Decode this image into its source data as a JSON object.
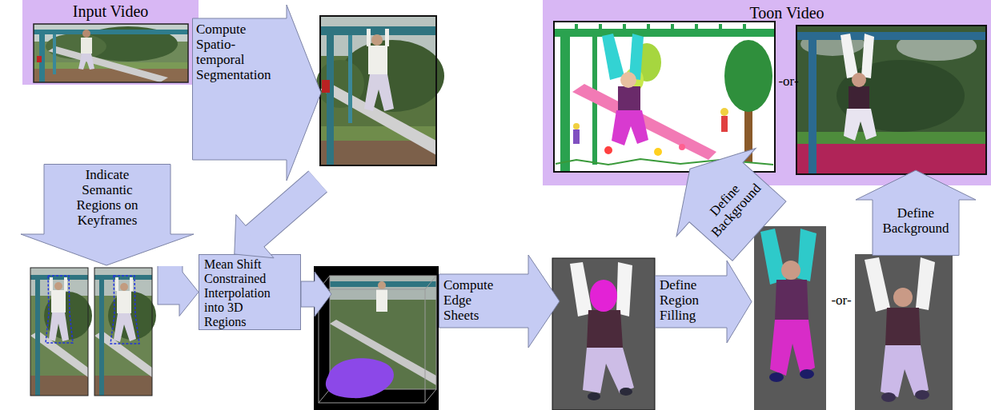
{
  "diagram": {
    "nodes": [
      {
        "text": [
          "Input Video"
        ]
      },
      {
        "text": [
          "Compute Spatio-temporal Segmentation"
        ]
      },
      {
        "text": [
          "Indicate Semantic Regions on Keyframes"
        ]
      },
      {
        "text": [
          "Mean Shift Constrained Interpolation into 3D Regions"
        ]
      },
      {
        "text": [
          "Compute Edge Sheets"
        ]
      },
      {
        "text": [
          "Define Region Filling"
        ]
      },
      {
        "text": [
          "Toon Video"
        ]
      },
      {
        "text": [
          "Define Background"
        ]
      },
      {
        "text": [
          "Define Background"
        ]
      }
    ],
    "edges": [
      {
        "from": 1,
        "to": 3,
        "arrow": "to"
      },
      {
        "from": 2,
        "to": 3,
        "arrow": "to"
      }
    ],
    "labels": [
      "-or-",
      "-or-"
    ]
  }
}
